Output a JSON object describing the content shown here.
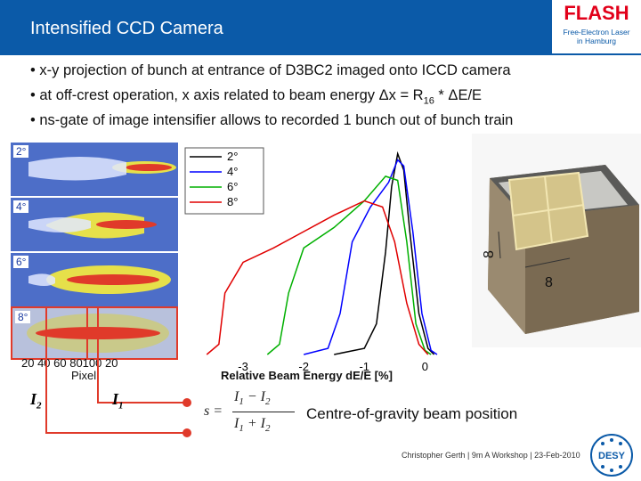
{
  "header": {
    "title": "Intensified CCD Camera"
  },
  "logo": {
    "brand": "FLASH",
    "subtitle_1": "Free-Electron Laser",
    "subtitle_2": "in Hamburg"
  },
  "bullets": [
    "• x-y projection of bunch at entrance of D3BC2 imaged onto ICCD camera",
    "• at off-crest operation, x axis related to beam energy  Δx = R",
    "16",
    " * ΔE/E",
    "• ns-gate of image intensifier allows to recorded 1 bunch out of bunch train"
  ],
  "images": {
    "labels": [
      "2°",
      "4°",
      "6°",
      "8°"
    ],
    "x_ticks": "20 40 60 80100 20",
    "x_label": "Pixel"
  },
  "chart_data": {
    "type": "line",
    "xlabel": "Relative Beam Energy dE/E [%]",
    "ylabel": "",
    "xlim": [
      -4,
      0.7
    ],
    "ylim": [
      0,
      1
    ],
    "x_ticks": [
      -3,
      -2,
      -1,
      0
    ],
    "legend": {
      "position": "top-left"
    },
    "series": [
      {
        "name": "2°",
        "color": "#000000",
        "points": [
          [
            -1.5,
            0
          ],
          [
            -1.0,
            0.03
          ],
          [
            -0.8,
            0.15
          ],
          [
            -0.65,
            0.5
          ],
          [
            -0.55,
            0.82
          ],
          [
            -0.45,
            0.98
          ],
          [
            -0.35,
            0.9
          ],
          [
            -0.25,
            0.6
          ],
          [
            -0.1,
            0.2
          ],
          [
            0.05,
            0.03
          ],
          [
            0.15,
            0
          ]
        ]
      },
      {
        "name": "4°",
        "color": "#0000ff",
        "points": [
          [
            -2.0,
            0
          ],
          [
            -1.6,
            0.03
          ],
          [
            -1.4,
            0.2
          ],
          [
            -1.2,
            0.55
          ],
          [
            -0.9,
            0.72
          ],
          [
            -0.6,
            0.84
          ],
          [
            -0.45,
            0.95
          ],
          [
            -0.35,
            0.92
          ],
          [
            -0.2,
            0.6
          ],
          [
            -0.05,
            0.2
          ],
          [
            0.1,
            0.02
          ],
          [
            0.2,
            0
          ]
        ]
      },
      {
        "name": "6°",
        "color": "#00b000",
        "points": [
          [
            -2.6,
            0
          ],
          [
            -2.4,
            0.05
          ],
          [
            -2.25,
            0.3
          ],
          [
            -2.0,
            0.52
          ],
          [
            -1.5,
            0.62
          ],
          [
            -1.0,
            0.75
          ],
          [
            -0.65,
            0.87
          ],
          [
            -0.45,
            0.85
          ],
          [
            -0.3,
            0.55
          ],
          [
            -0.15,
            0.15
          ],
          [
            0.0,
            0.02
          ],
          [
            0.1,
            0
          ]
        ]
      },
      {
        "name": "8°",
        "color": "#e00000",
        "points": [
          [
            -3.6,
            0
          ],
          [
            -3.4,
            0.05
          ],
          [
            -3.3,
            0.3
          ],
          [
            -3.0,
            0.45
          ],
          [
            -2.5,
            0.52
          ],
          [
            -2.0,
            0.6
          ],
          [
            -1.5,
            0.68
          ],
          [
            -1.0,
            0.75
          ],
          [
            -0.7,
            0.72
          ],
          [
            -0.5,
            0.55
          ],
          [
            -0.3,
            0.25
          ],
          [
            -0.1,
            0.05
          ],
          [
            0.05,
            0
          ]
        ]
      }
    ]
  },
  "camera": {
    "dim_1": "8",
    "dim_2": "8"
  },
  "signals": {
    "i2": "I",
    "i2_sub": "2",
    "i1": "I",
    "i1_sub": "1"
  },
  "formula": {
    "lhs": "s =",
    "num_a": "I",
    "num_a_sub": "1",
    "num_op": " − ",
    "num_b": "I",
    "num_b_sub": "2",
    "den_a": "I",
    "den_a_sub": "1",
    "den_op": " + ",
    "den_b": "I",
    "den_b_sub": "2"
  },
  "centre_label": "Centre-of-gravity beam position",
  "footer": "Christopher Gerth  | 9m A Workshop  |  23-Feb-2010",
  "desy_logo": "DESY",
  "colors": {
    "header": "#0b5aa8",
    "accent": "#e03a2a"
  }
}
